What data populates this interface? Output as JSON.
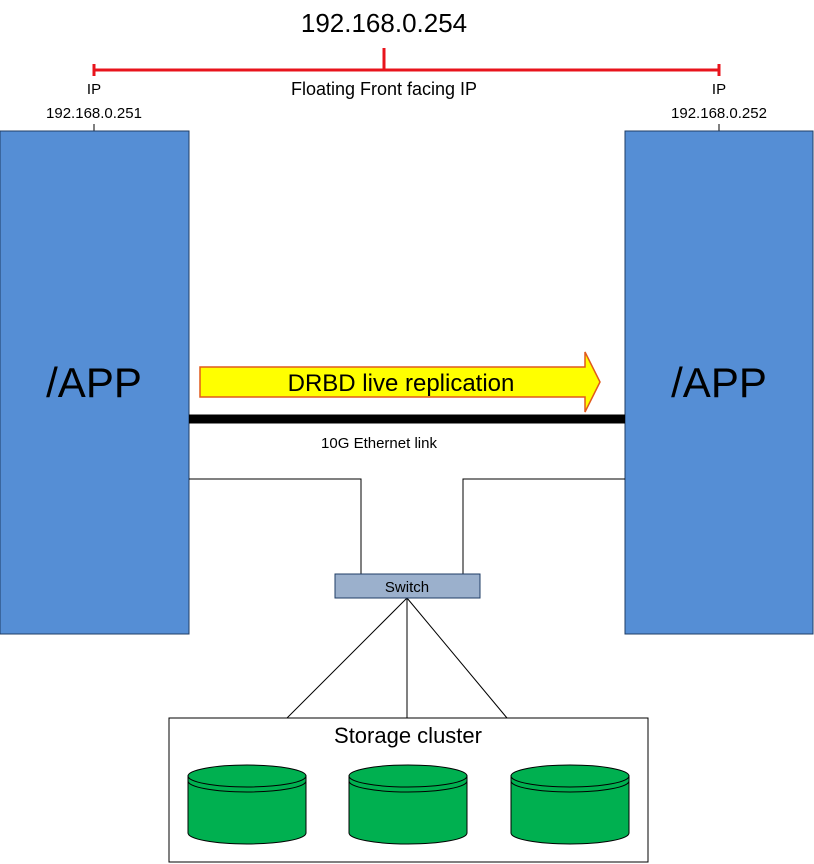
{
  "floating_ip": {
    "address": "192.168.0.254",
    "label": "Floating Front facing IP",
    "line_color": "#e8141c"
  },
  "servers": [
    {
      "id": "left",
      "ip_label": "IP",
      "ip_address": "192.168.0.251",
      "mount": "/APP"
    },
    {
      "id": "right",
      "ip_label": "IP",
      "ip_address": "192.168.0.252",
      "mount": "/APP"
    }
  ],
  "replication": {
    "label": "DRBD live replication",
    "arrow_fill": "#ffff00",
    "arrow_stroke": "#e05a1c"
  },
  "link": {
    "label": "10G Ethernet link"
  },
  "switch": {
    "label": "Switch",
    "fill": "#9bb0cc"
  },
  "storage": {
    "label": "Storage cluster",
    "disk_count": 3,
    "disk_fill": "#00b050"
  },
  "colors": {
    "server_fill": "#558ed5",
    "server_stroke": "#1f3d66"
  }
}
